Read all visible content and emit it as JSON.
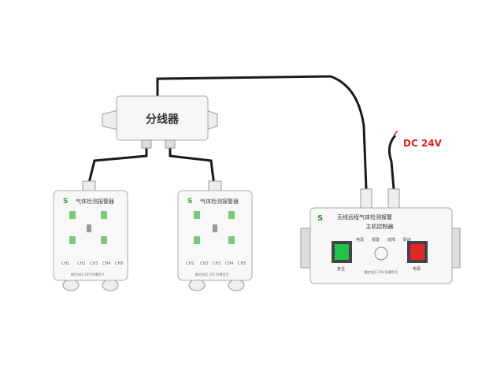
{
  "splitter": {
    "label": "分线器"
  },
  "power": {
    "label": "DC 24V",
    "color": "#e02020"
  },
  "controller": {
    "title_line1": "无线远程气体检测报警",
    "title_line2": "主机控制器",
    "indicators": [
      "电源",
      "报警",
      "故障",
      "联动"
    ],
    "left_button_label": "复位",
    "right_button_label": "电源",
    "footer": "额定电压 24V 防爆型号",
    "green": "#22c24a",
    "red": "#e02828"
  },
  "detectors": [
    {
      "title": "气体检测报警器",
      "channels": [
        "CH1",
        "CH2",
        "CH3",
        "CH4",
        "CH5"
      ],
      "footer": "额定电压 24V 防爆型号"
    },
    {
      "title": "气体检测报警器",
      "channels": [
        "CH1",
        "CH2",
        "CH3",
        "CH4",
        "CH5"
      ],
      "footer": "额定电压 24V 防爆型号"
    }
  ]
}
